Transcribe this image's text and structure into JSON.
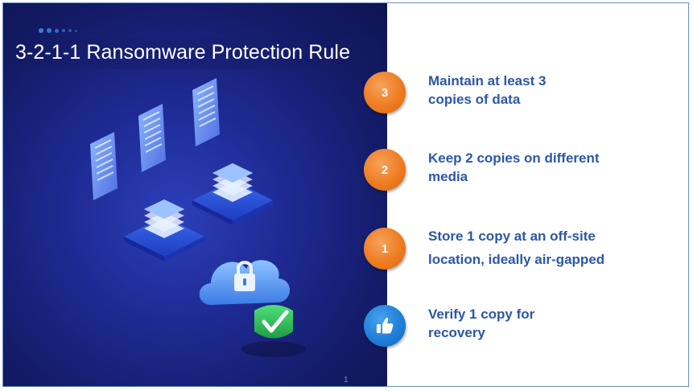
{
  "slide": {
    "title": "3-2-1-1 Ransomware Protection Rule",
    "page_number": "1"
  },
  "rules": [
    {
      "badge": "3",
      "line1": "Maintain at least 3",
      "line2": "copies of data",
      "badge_color": "#ee7d22"
    },
    {
      "badge": "2",
      "line1": "Keep 2 copies on different",
      "line2": "media",
      "badge_color": "#ee7d22"
    },
    {
      "badge": "1",
      "line1": "Store 1 copy at an off-site",
      "line2": "location, ideally air-gapped",
      "badge_color": "#ee7d22"
    },
    {
      "badge_icon": "thumbs-up-icon",
      "line1": "Verify 1 copy for",
      "line2": "recovery",
      "badge_color": "#1f7fd8"
    }
  ],
  "colors": {
    "panel_bg": "#1f2b95",
    "accent_orange": "#ee7d22",
    "accent_blue": "#1f7fd8",
    "text_blue": "#2c57a6",
    "check_green": "#2fbf5a"
  }
}
